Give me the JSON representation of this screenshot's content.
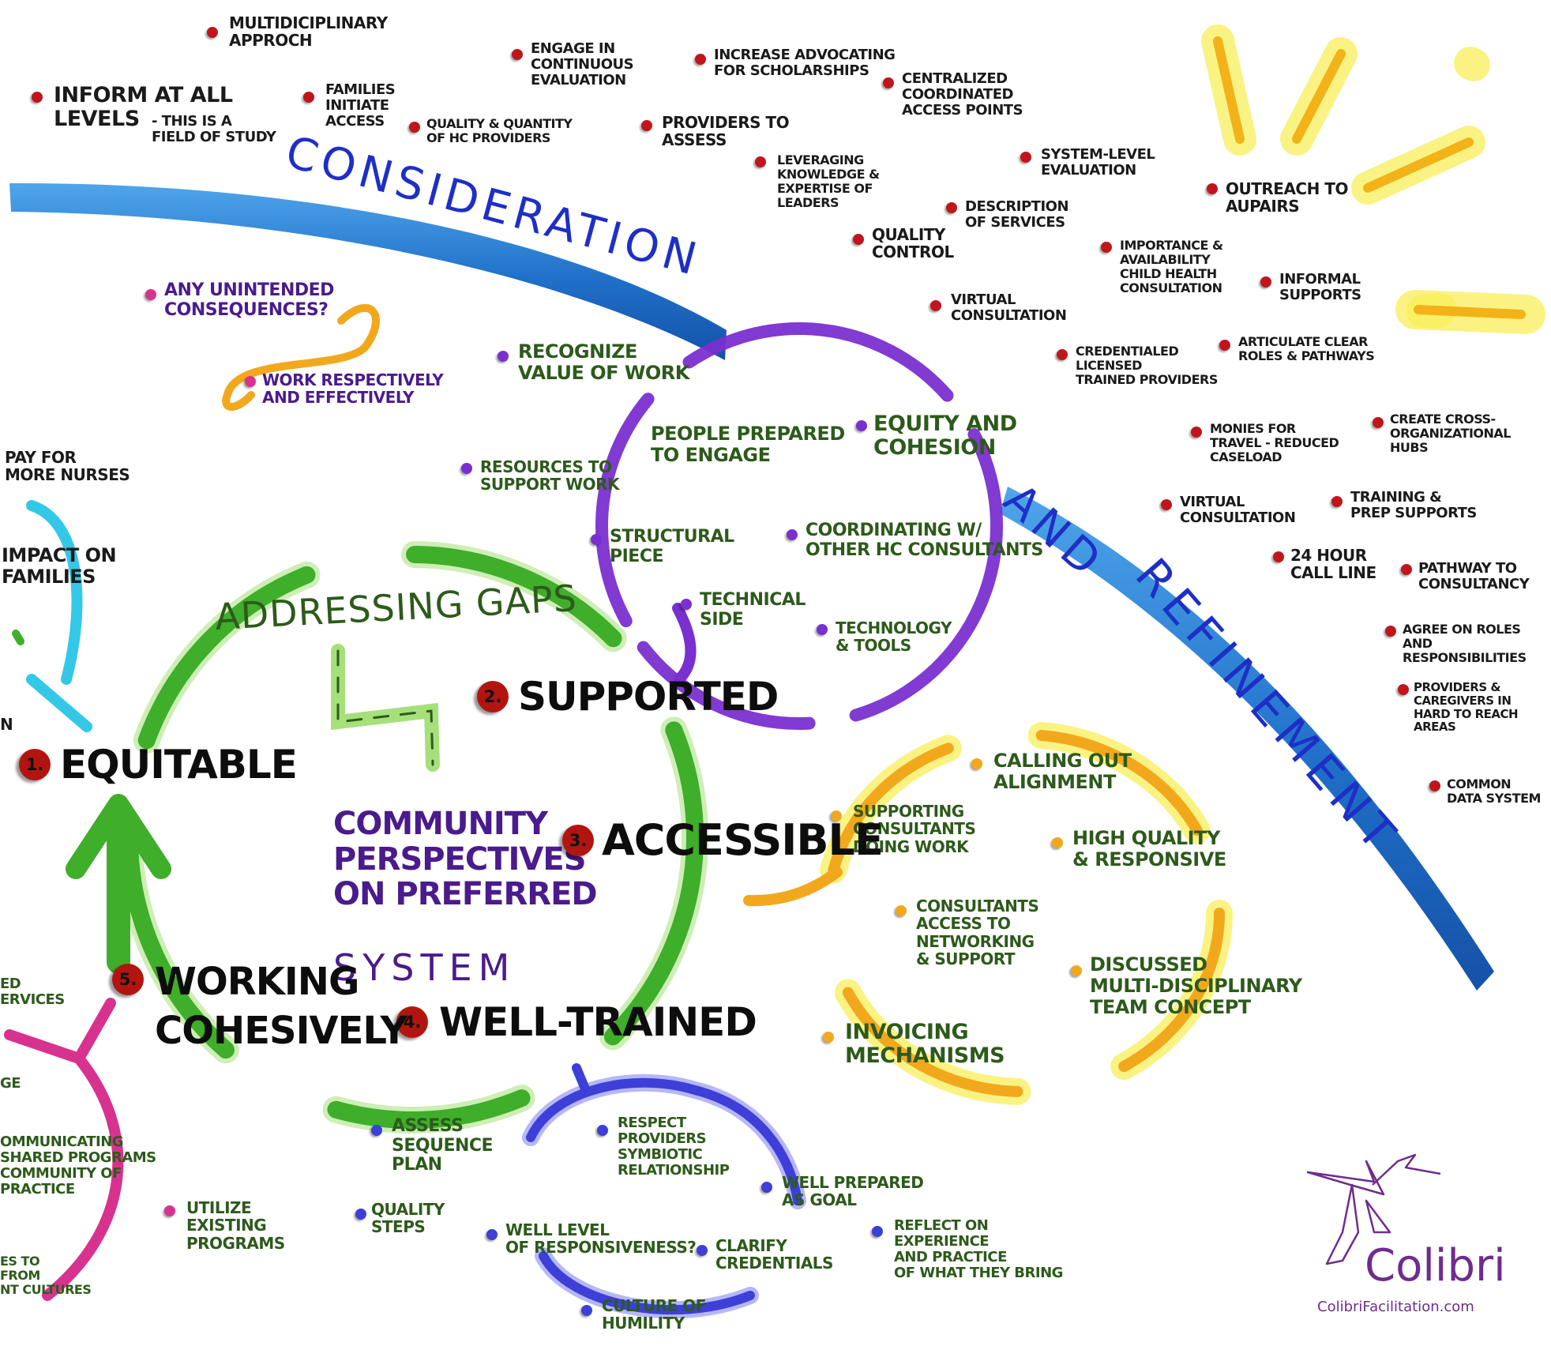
{
  "banner": {
    "consideration": "CONSIDERATION",
    "and": "AND",
    "refinement": "REFINEMENT"
  },
  "center": {
    "label": "COMMUNITY\nPERSPECTIVES\nON PREFERRED",
    "label_last": "SYSTEM"
  },
  "addressing_gaps": "ADDRESSING GAPS",
  "steps": [
    {
      "num": "1.",
      "label": "EQUITABLE"
    },
    {
      "num": "2.",
      "label": "SUPPORTED"
    },
    {
      "num": "3.",
      "label": "ACCESSIBLE"
    },
    {
      "num": "4.",
      "label": "WELL-TRAINED"
    },
    {
      "num": "5.",
      "label": "WORKING\nCOHESIVELY"
    }
  ],
  "top_notes": [
    "INFORM AT ALL\nLEVELS",
    "- THIS IS A\nFIELD OF STUDY",
    "MULTIDICIPLINARY\nAPPROCH",
    "FAMILIES\nINITIATE\nACCESS",
    "QUALITY & QUANTITY\nOF HC PROVIDERS",
    "ENGAGE IN\nCONTINUOUS\nEVALUATION",
    "INCREASE ADVOCATING\nFOR SCHOLARSHIPS",
    "PROVIDERS TO\nASSESS",
    "CENTRALIZED\nCOORDINATED\nACCESS POINTS",
    "LEVERAGING\nKNOWLEDGE &\nEXPERTISE OF\nLEADERS",
    "SYSTEM-LEVEL\nEVALUATION",
    "QUALITY\nCONTROL",
    "DESCRIPTION\nOF SERVICES",
    "OUTREACH TO\nAUPAIRS",
    "IMPORTANCE &\nAVAILABILITY\nCHILD HEALTH\nCONSULTATION",
    "INFORMAL\nSUPPORTS",
    "VIRTUAL\nCONSULTATION",
    "CREDENTIALED\nLICENSED\nTRAINED PROVIDERS",
    "ARTICULATE CLEAR\nROLES & PATHWAYS"
  ],
  "magenta_notes": [
    "ANY UNINTENDED\nCONSEQUENCES?",
    "WORK RESPECTIVELY\nAND EFFECTIVELY"
  ],
  "supported_cluster": [
    "RECOGNIZE\nVALUE OF WORK",
    "PEOPLE PREPARED\nTO ENGAGE",
    "EQUITY AND\nCOHESION",
    "RESOURCES TO\nSUPPORT WORK",
    "STRUCTURAL\nPIECE",
    "COORDINATING W/\nOTHER HC CONSULTANTS",
    "TECHNICAL\nSIDE",
    "TECHNOLOGY\n& TOOLS"
  ],
  "right_notes": [
    "MONIES FOR\nTRAVEL - REDUCED\nCASELOAD",
    "CREATE CROSS-\nORGANIZATIONAL\nHUBS",
    "VIRTUAL\nCONSULTATION",
    "TRAINING &\nPREP SUPPORTS",
    "24 HOUR\nCALL LINE",
    "PATHWAY TO\nCONSULTANCY",
    "AGREE ON ROLES\nAND RESPONSIBILITIES",
    "PROVIDERS &\nCAREGIVERS IN\nHARD TO REACH\nAREAS",
    "COMMON\nDATA SYSTEM"
  ],
  "accessible_cluster": [
    "CALLING OUT\nALIGNMENT",
    "SUPPORTING\nCONSULTANTS\nDOING WORK",
    "HIGH QUALITY\n& RESPONSIVE",
    "CONSULTANTS\nACCESS TO\nNETWORKING\n& SUPPORT",
    "DISCUSSED\nMULTI-DISCIPLINARY\nTEAM CONCEPT",
    "INVOICING\nMECHANISMS"
  ],
  "trained_cluster": [
    "ASSESS\nSEQUENCE\nPLAN",
    "RESPECT\nPROVIDERS\nSYMBIOTIC\nRELATIONSHIP",
    "WELL PREPARED\nAS GOAL",
    "QUALITY\nSTEPS",
    "WELL LEVEL\nOF RESPONSIVENESS?",
    "CLARIFY\nCREDENTIALS",
    "REFLECT ON\nEXPERIENCE\nAND PRACTICE\nOF WHAT THEY BRING",
    "CULTURE OF\nHUMILITY"
  ],
  "left_edge": [
    "PAY FOR\nMORE NURSES",
    "IMPACT ON\nFAMILIES",
    "N",
    "ED\nERVICES",
    "GE",
    "OMMUNICATING\nSHARED PROGRAMS\nCOMMUNITY OF\nPRACTICE",
    "UTILIZE\nEXISTING\nPROGRAMS",
    "ES TO\nFROM\nNT CULTURES"
  ],
  "logo": {
    "name_a": "Co",
    "name_b": "libri",
    "url": "ColibriFacilitation.com"
  },
  "colors": {
    "banner_blue": "#1f6fc9",
    "supported_ring": "#7a2fd0",
    "gaps_ring": "#3fae2a",
    "accessible_ring": "#f2a81d",
    "trained_ring": "#3d3fd8",
    "sun": "#f5c214",
    "left_cyan": "#34c8e8",
    "left_magenta": "#d8328f"
  }
}
